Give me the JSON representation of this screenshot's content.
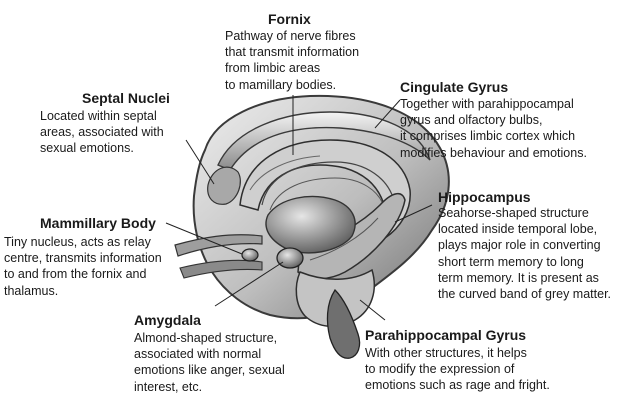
{
  "labels": {
    "fornix": {
      "title": "Fornix",
      "lines": [
        "Pathway of nerve fibres",
        "that transmit information",
        "from limbic areas",
        "to mamillary bodies."
      ]
    },
    "septal_nuclei": {
      "title": "Septal Nuclei",
      "lines": [
        "Located within septal",
        "areas, associated with",
        "sexual emotions."
      ]
    },
    "cingulate_gyrus": {
      "title": "Cingulate Gyrus",
      "lines": [
        "Together with parahippocampal",
        "gyrus and olfactory bulbs,",
        "it comprises limbic cortex which",
        "modifies behaviour and emotions."
      ]
    },
    "hippocampus": {
      "title": "Hippocampus",
      "lines": [
        "Seahorse-shaped structure",
        "located inside temporal lobe,",
        "plays major role in converting",
        "short term memory to long",
        "term memory. It is present as",
        "the curved band of grey matter."
      ]
    },
    "mammillary_body": {
      "title": "Mammillary Body",
      "lines": [
        "Tiny nucleus, acts as relay",
        "centre, transmits information",
        "to and from the fornix and",
        "thalamus."
      ]
    },
    "amygdala": {
      "title": "Amygdala",
      "lines": [
        "Almond-shaped structure,",
        "associated with normal",
        "emotions like anger, sexual",
        "interest, etc."
      ]
    },
    "parahippocampal_gyrus": {
      "title": "Parahippocampal Gyrus",
      "lines": [
        "With other structures, it helps",
        "to modify the expression of",
        "emotions such as rage and fright."
      ]
    }
  },
  "colors": {
    "text": "#1a1a1a",
    "leader_line": "#222222",
    "illustration_light": "#d6d6d6",
    "illustration_mid": "#9a9a9a",
    "illustration_dark": "#3a3a3a"
  }
}
